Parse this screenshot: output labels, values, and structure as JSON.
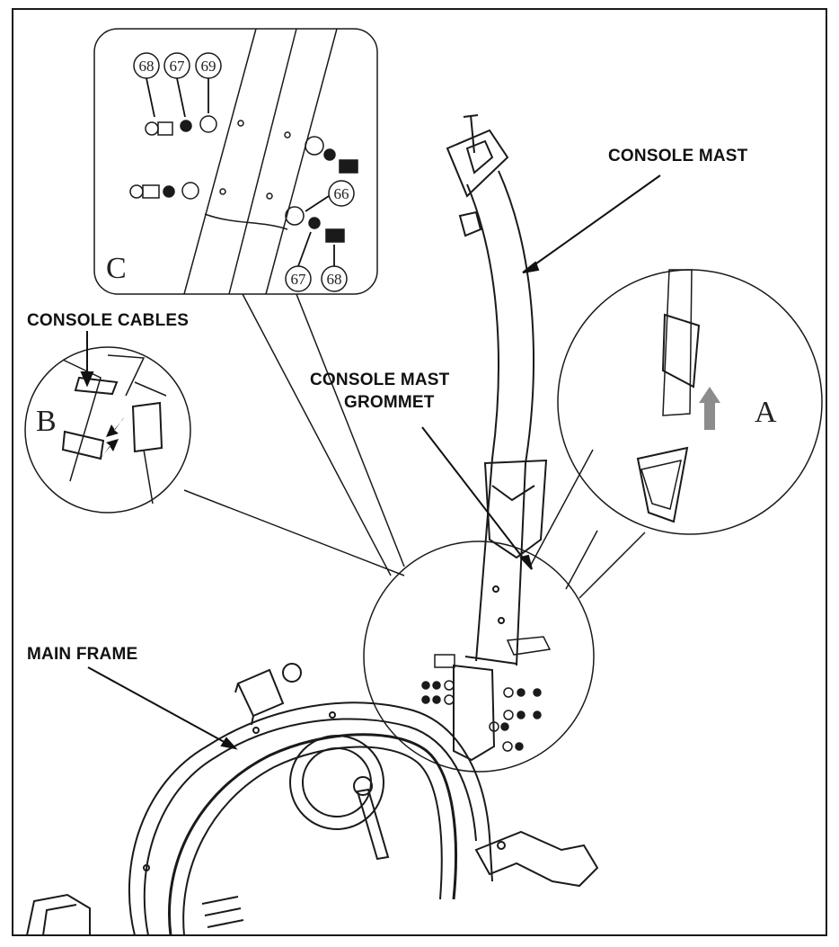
{
  "labels": {
    "console_mast": "CONSOLE MAST",
    "console_cables": "CONSOLE CABLES",
    "console_mast_grommet_line1": "CONSOLE MAST",
    "console_mast_grommet_line2": "GROMMET",
    "main_frame": "MAIN FRAME"
  },
  "details": {
    "a": "A",
    "b": "B",
    "c": "C"
  },
  "part_numbers": {
    "top": [
      "68",
      "67",
      "69"
    ],
    "washer": "66",
    "bottom": [
      "67",
      "68"
    ]
  },
  "colors": {
    "line": "#1a1a1a",
    "arrow_gray": "#8c8c8c",
    "background": "#ffffff"
  }
}
